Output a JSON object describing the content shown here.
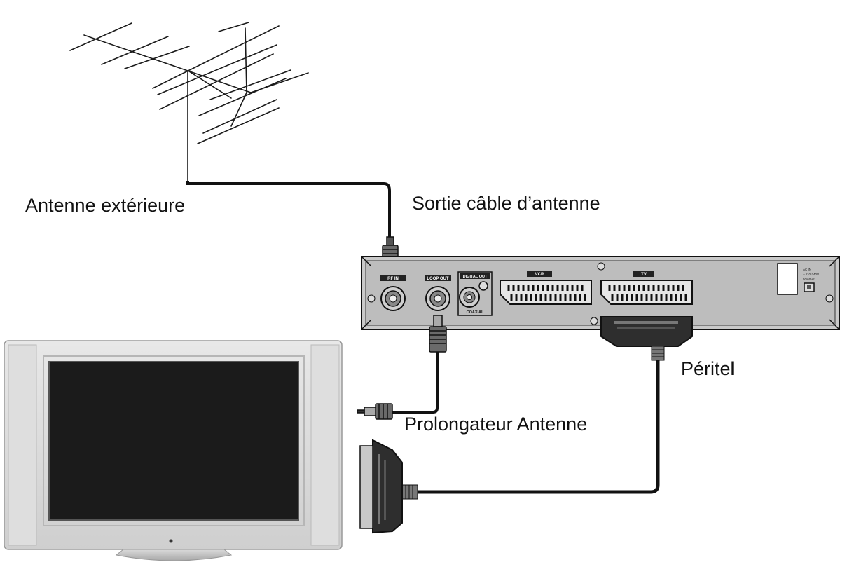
{
  "labels": {
    "outdoor_antenna": "Antenne extérieure",
    "antenna_cable_out": "Sortie câble d’antenne",
    "scart": "Péritel",
    "antenna_extension": "Prolongateur Antenne"
  },
  "receiver_panel": {
    "rf_in": "RF IN",
    "loop_out": "LOOP OUT",
    "digital_out": "DIGITAL OUT",
    "coaxial": "COAXIAL",
    "vcr": "VCR",
    "tv": "TV",
    "power_lines": [
      "AC IN",
      "~ 110-240V",
      "50/60Hz"
    ]
  }
}
